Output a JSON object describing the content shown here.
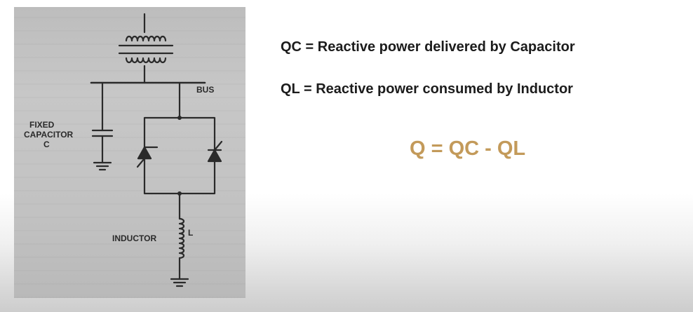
{
  "diagram": {
    "bus_label": "BUS",
    "capacitor_label_line1": "FIXED",
    "capacitor_label_line2": "CAPACITOR",
    "capacitor_label_line3": "C",
    "inductor_label": "INDUCTOR",
    "inductor_symbol": "L"
  },
  "definitions": {
    "qc": "QC = Reactive power delivered by Capacitor",
    "ql": "QL = Reactive power consumed by Inductor"
  },
  "formula": "Q = QC - QL",
  "colors": {
    "formula": "#c39a5a",
    "text": "#1c1c1c",
    "ink": "#2a2a2a"
  }
}
